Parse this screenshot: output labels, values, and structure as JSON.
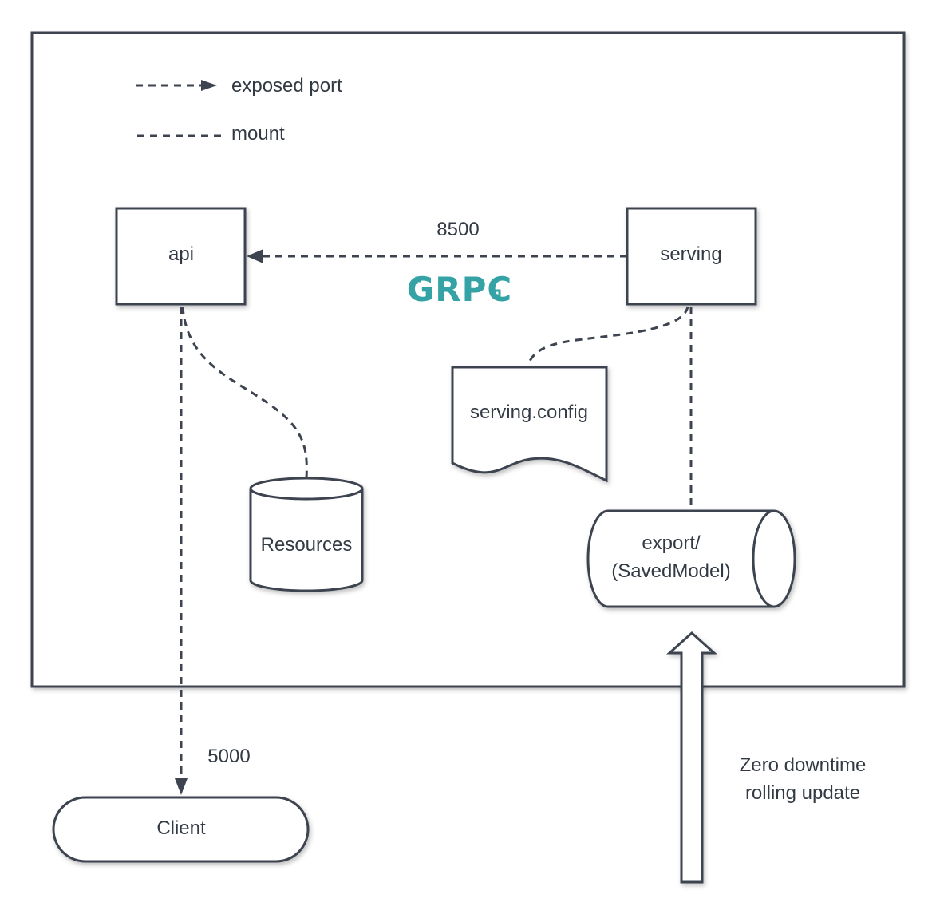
{
  "legend": {
    "exposed_port": "exposed port",
    "mount": "mount"
  },
  "nodes": {
    "api": "api",
    "serving": "serving",
    "serving_config": "serving.config",
    "resources": "Resources",
    "export_line1": "export/",
    "export_line2": "(SavedModel)",
    "client": "Client"
  },
  "edges": {
    "grpc_port": "8500",
    "grpc_logo": "GRPC",
    "client_port": "5000"
  },
  "notes": {
    "update_line1": "Zero downtime",
    "update_line2": "rolling update"
  },
  "colors": {
    "stroke": "#3d4450",
    "grpc": "#35a3a6"
  }
}
